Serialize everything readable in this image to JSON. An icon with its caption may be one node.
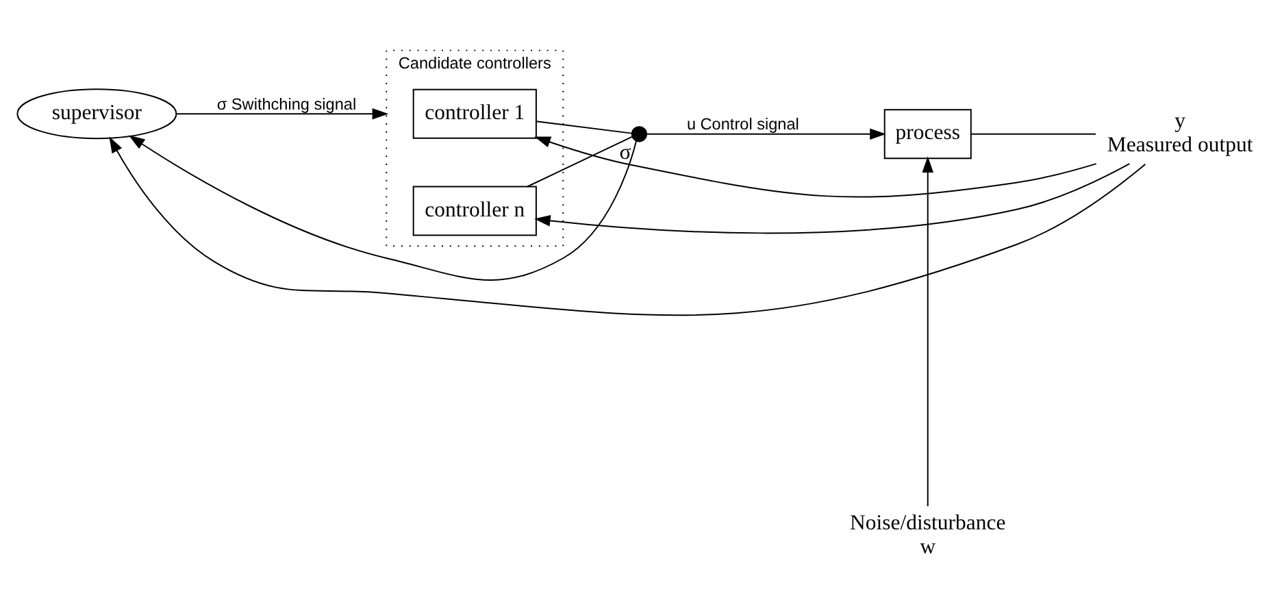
{
  "diagram": {
    "nodes": [
      {
        "text": [
          "supervisor"
        ]
      },
      {
        "text": [
          "Candidate controllers"
        ]
      },
      {
        "text": [
          "controller 1"
        ],
        "in": 1
      },
      {
        "text": [
          "controller n"
        ],
        "in": 1
      },
      {
        "text": [],
        "shape": "switch",
        "beside": [
          "σ"
        ]
      },
      {
        "text": [
          "process"
        ]
      },
      {
        "text": [
          "Noise/disturbance",
          "w"
        ]
      },
      {
        "text": [
          "y",
          "Measured output"
        ]
      }
    ],
    "edges": [
      {
        "from": 0,
        "to": 1,
        "arrow": "to",
        "label": "σ Swithching signal"
      },
      {
        "from": 2,
        "to": 4,
        "arrow": "none"
      },
      {
        "from": 3,
        "to": 4,
        "arrow": "none"
      },
      {
        "from": 4,
        "to": 5,
        "arrow": "to",
        "label": "u Control signal"
      },
      {
        "from": 4,
        "to": 0,
        "arrow": "to"
      },
      {
        "from": 6,
        "to": 5,
        "arrow": "to"
      },
      {
        "from": 5,
        "to": 7,
        "arrow": "none"
      },
      {
        "from": 7,
        "to": 0,
        "arrow": "to"
      },
      {
        "from": 7,
        "to": 2,
        "arrow": "to"
      },
      {
        "from": 7,
        "to": 3,
        "arrow": "to"
      }
    ]
  }
}
